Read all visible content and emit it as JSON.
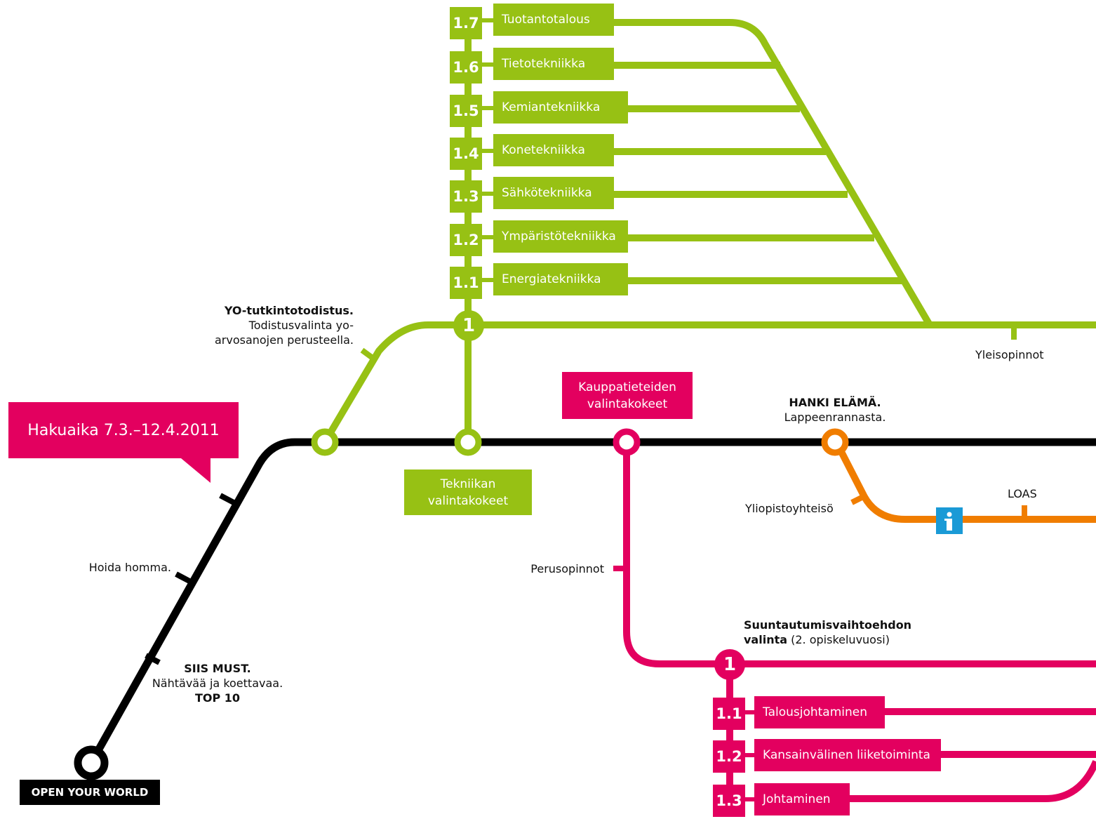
{
  "colors": {
    "main_line": "#000000",
    "tech_line": "#97c114",
    "business_line": "#e3005f",
    "community_line": "#f07d00",
    "info_icon": "#1a9ad6"
  },
  "start": {
    "label": "OPEN YOUR WORLD"
  },
  "callout": {
    "text": "Hakuaika 7.3.–12.4.2011"
  },
  "main_stops": {
    "siis_title": "SIIS MUST.",
    "siis_sub": "Nähtävää ja koettavaa.",
    "siis_top": "TOP 10",
    "hoida": "Hoida homma."
  },
  "yo": {
    "title": "YO-tutkintotodistus.",
    "line1": "Todistusvalinta yo-",
    "line2": "arvosanojen perusteella."
  },
  "tech": {
    "entry_line1": "Tekniikan",
    "entry_line2": "valintakokeet",
    "hub": "1",
    "yleisopinnot": "Yleisopinnot",
    "programs": [
      {
        "num": "1.7",
        "name": "Tuotantotalous"
      },
      {
        "num": "1.6",
        "name": "Tietotekniikka"
      },
      {
        "num": "1.5",
        "name": "Kemiantekniikka"
      },
      {
        "num": "1.4",
        "name": "Konetekniikka"
      },
      {
        "num": "1.3",
        "name": "Sähkötekniikka"
      },
      {
        "num": "1.2",
        "name": "Ympäristötekniikka"
      },
      {
        "num": "1.1",
        "name": "Energiatekniikka"
      }
    ]
  },
  "business": {
    "entry_line1": "Kauppatieteiden",
    "entry_line2": "valintakokeet",
    "perusopinnot": "Perusopinnot",
    "choice_line1": "Suuntautumisvaihtoehdon",
    "choice_bold": "valinta",
    "choice_rest": " (2. opiskeluvuosi)",
    "hub": "1",
    "programs": [
      {
        "num": "1.1",
        "name": "Talousjohtaminen"
      },
      {
        "num": "1.2",
        "name": "Kansainvälinen liiketoiminta"
      },
      {
        "num": "1.3",
        "name": "Johtaminen"
      }
    ]
  },
  "community": {
    "title": "HANKI ELÄMÄ.",
    "sub": "Lappeenrannasta.",
    "yliopistoyhteiso": "Yliopistoyhteisö",
    "loas": "LOAS",
    "info_icon": "info-icon"
  }
}
